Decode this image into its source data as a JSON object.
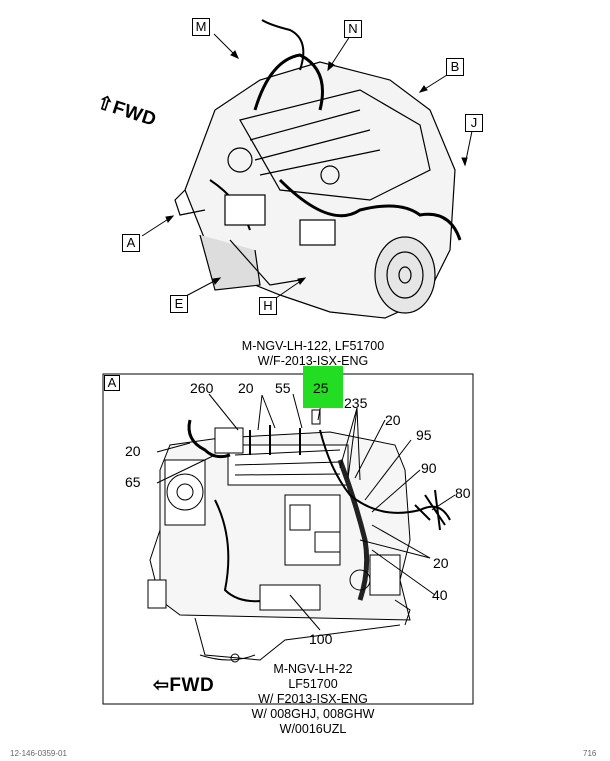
{
  "top_view": {
    "fwd": "FWD",
    "labels": [
      "M",
      "N",
      "B",
      "J",
      "A",
      "E",
      "H"
    ]
  },
  "detail_caption": {
    "line1": "M-NGV-LH-122, LF51700",
    "line2": "W/F-2013-ISX-ENG"
  },
  "detail": {
    "box_label": "A",
    "callouts": {
      "c260": "260",
      "c20a": "20",
      "c55": "55",
      "c25": "25",
      "c235": "235",
      "c20b": "20",
      "c20c": "20",
      "c95": "95",
      "c65": "65",
      "c90": "90",
      "c80": "80",
      "c20d": "20",
      "c40": "40",
      "c100": "100"
    },
    "highlight_color": "#22dd22",
    "fwd": "FWD",
    "caption": [
      "M-NGV-LH-22",
      "LF51700",
      "W/ F2013-ISX-ENG",
      "W/ 008GHJ, 008GHW",
      "W/0016UZL"
    ]
  },
  "footer": {
    "left": "12-146-0359-01",
    "right": "716"
  }
}
